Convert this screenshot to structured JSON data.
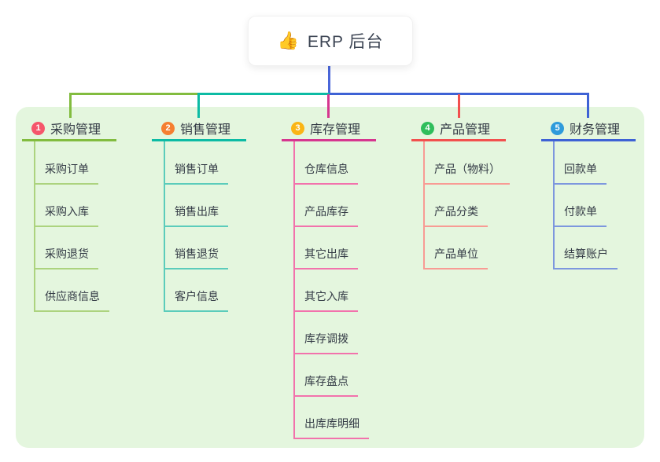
{
  "canvas": {
    "background_color": "#ffffff",
    "panel_color": "#e4f6de"
  },
  "root": {
    "icon_glyph": "👍",
    "label": "ERP 后台",
    "line_color": "#4a66d9"
  },
  "branches": [
    {
      "num": "1",
      "label": "采购管理",
      "badge_color": "#f5566b",
      "line_color": "#82bc3f",
      "child_line_color": "#acd37e",
      "children": [
        "采购订单",
        "采购入库",
        "采购退货",
        "供应商信息"
      ]
    },
    {
      "num": "2",
      "label": "销售管理",
      "badge_color": "#f57f31",
      "line_color": "#0cbba4",
      "child_line_color": "#5bccbb",
      "children": [
        "销售订单",
        "销售出库",
        "销售退货",
        "客户信息"
      ]
    },
    {
      "num": "3",
      "label": "库存管理",
      "badge_color": "#fab515",
      "line_color": "#d6368f",
      "child_line_color": "#f272ac",
      "children": [
        "仓库信息",
        "产品库存",
        "其它出库",
        "其它入库",
        "库存调拨",
        "库存盘点",
        "出库库明细"
      ]
    },
    {
      "num": "4",
      "label": "产品管理",
      "badge_color": "#2fbe5b",
      "line_color": "#f2504e",
      "child_line_color": "#f89b94",
      "children": [
        "产品（物料）",
        "产品分类",
        "产品单位"
      ]
    },
    {
      "num": "5",
      "label": "财务管理",
      "badge_color": "#2e9bdb",
      "line_color": "#3e62d5",
      "child_line_color": "#7d97de",
      "children": [
        "回款单",
        "付款单",
        "结算账户"
      ]
    }
  ]
}
